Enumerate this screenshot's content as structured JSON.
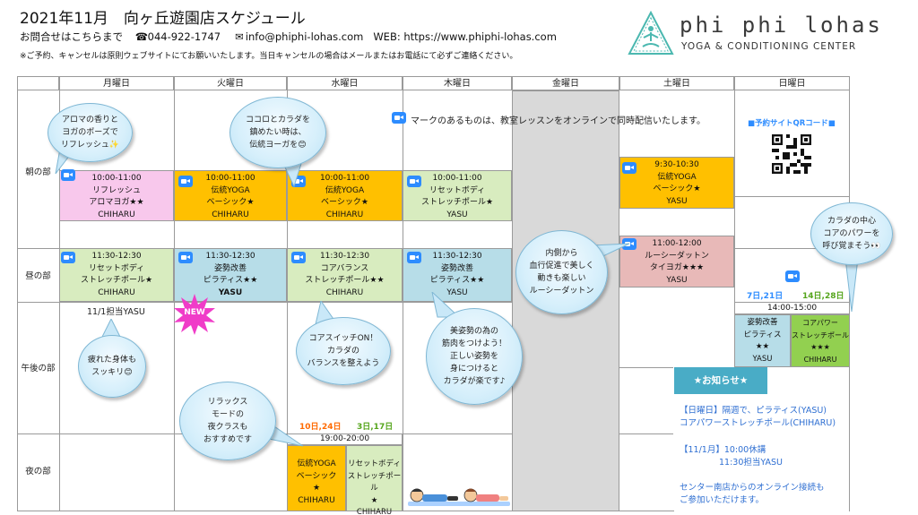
{
  "header": {
    "title": "2021年11月　向ヶ丘遊園店スケジュール",
    "contact_label": "お問合せはこちらまで",
    "phone": "044-922-1747",
    "email": "info@phiphi-lohas.com",
    "web": "WEB: https://www.phiphi-lohas.com",
    "note": "※ご予約、キャンセルは原則ウェブサイトにてお願いいたします。当日キャンセルの場合はメールまたはお電話にて必ずご連絡ください。"
  },
  "logo": {
    "name": "phi phi lohas",
    "sub": "YOGA & CONDITIONING CENTER"
  },
  "days": [
    "月曜日",
    "火曜日",
    "水曜日",
    "木曜日",
    "金曜日",
    "土曜日",
    "日曜日"
  ],
  "rows": [
    "朝の部",
    "昼の部",
    "午後の部",
    "夜の部"
  ],
  "online_note": "マークのあるものは、教室レッスンをオンラインで同時配信いたします。",
  "qr_label": "■予約サイトQRコード■",
  "lessons": {
    "mon_am": [
      "10:00-11:00",
      "リフレッシュ",
      "アロマヨガ★★",
      "CHIHARU"
    ],
    "tue_am": [
      "10:00-11:00",
      "伝統YOGA",
      "ベーシック★",
      "CHIHARU"
    ],
    "wed_am": [
      "10:00-11:00",
      "伝統YOGA",
      "ベーシック★",
      "CHIHARU"
    ],
    "thu_am": [
      "10:00-11:00",
      "リセットボディ",
      "ストレッチポール★",
      "YASU"
    ],
    "sat_am": [
      "9:30-10:30",
      "伝統YOGA",
      "ベーシック★",
      "YASU"
    ],
    "mon_noon": [
      "11:30-12:30",
      "リセットボディ",
      "ストレッチポール★",
      "CHIHARU"
    ],
    "tue_noon": [
      "11:30-12:30",
      "姿勢改善",
      "ピラティス★★",
      "YASU"
    ],
    "wed_noon": [
      "11:30-12:30",
      "コアバランス",
      "ストレッチポール★★",
      "CHIHARU"
    ],
    "thu_noon": [
      "11:30-12:30",
      "姿勢改善",
      "ピラティス★★",
      "YASU"
    ],
    "sat_noon": [
      "11:00-12:00",
      "ルーシーダットン",
      "タイヨガ★★★",
      "YASU"
    ],
    "sun_pm_time": "14:00-15:00",
    "sun_pm_a": [
      "姿勢改善",
      "ピラティス",
      "★★",
      "YASU"
    ],
    "sun_pm_b": [
      "コアパワー",
      "ストレッチポール",
      "★★★",
      "CHIHARU"
    ],
    "wed_night_time": "19:00-20:00",
    "wed_night_a": [
      "伝統YOGA",
      "ベーシック",
      "★",
      "CHIHARU"
    ],
    "wed_night_b": [
      "リセットボディ",
      "ストレッチポール",
      "★",
      "CHIHARU"
    ]
  },
  "mon_pm_note": "11/1担当YASU",
  "new_badge": "NEW",
  "dates": {
    "sun_a": "7日,21日",
    "sun_b": "14日,28日",
    "wed_a": "10日,24日",
    "wed_b": "3日,17日"
  },
  "bubbles": {
    "aroma": "アロマの香りと\nヨガのポーズで\nリフレッシュ✨",
    "kokoro": "ココロとカラダを\n鎮めたい時は、\n伝統ヨーガを😊",
    "ruusii": "内側から\n血行促進で美しく\n動きも楽しい\nルーシーダットン",
    "core": "カラダの中心\nコアのパワーを\n呼び覚まそう👀",
    "tired": "疲れた身体も\nスッキリ😊",
    "coreswitch": "コアスイッチON！\nカラダの\nバランスを整えよう",
    "bishisei": "美姿勢の為の\n筋肉をつけよう！\n正しい姿勢を\n身につけると\nカラダが楽です♪",
    "relax": "リラックス\nモードの\n夜クラスも\nおすすめです"
  },
  "notice": {
    "title": "★お知らせ★",
    "line1": "【日曜日】隔週で、ピラティス(YASU)",
    "line2": "コアパワーストレッチポール(CHIHARU)",
    "line3": "【11/1月】10:00休講",
    "line4": "11:30担当YASU",
    "line5": "センター南店からのオンライン接続も",
    "line6": "ご参加いただけます。"
  },
  "colors": {
    "pink": "#f8c8ec",
    "orange": "#ffc000",
    "green": "#d8ecbf",
    "blue": "#b7dde8",
    "rose": "#e8b9b8",
    "fri": "#d9d9d9",
    "sun_green": "#92d050",
    "notice": "#49acc6"
  }
}
